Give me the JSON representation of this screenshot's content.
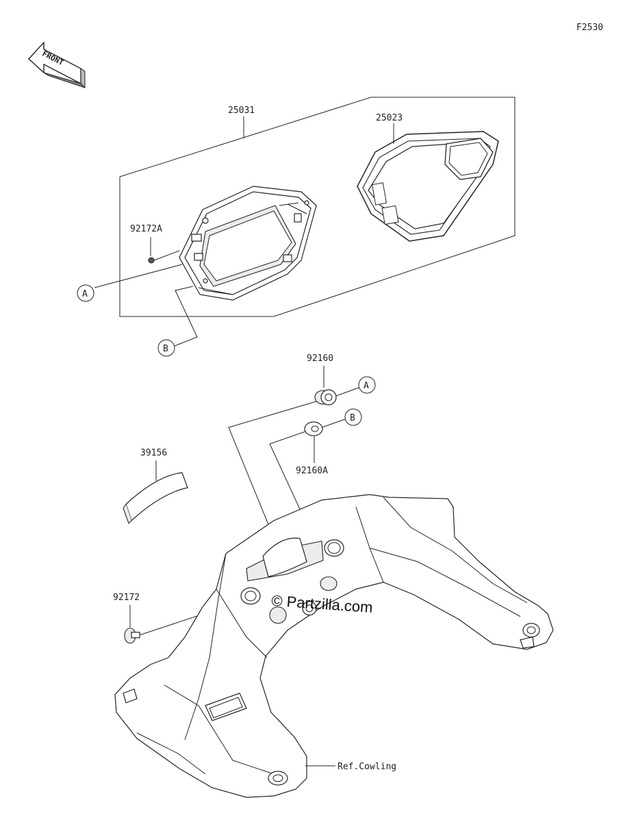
{
  "diagram": {
    "code": "F2530",
    "direction_label": "FRONT",
    "watermark": "© Partzilla.com",
    "callouts": {
      "meter_assembly": "25031",
      "meter_cover": "25023",
      "screw_small": "92172A",
      "grommet": "92160",
      "grommet_a": "92160A",
      "pad": "39156",
      "screw": "92172",
      "reference": "Ref.Cowling"
    },
    "circle_refs": {
      "a_left": "A",
      "b_left": "B",
      "a_right": "A",
      "b_right": "B"
    }
  }
}
